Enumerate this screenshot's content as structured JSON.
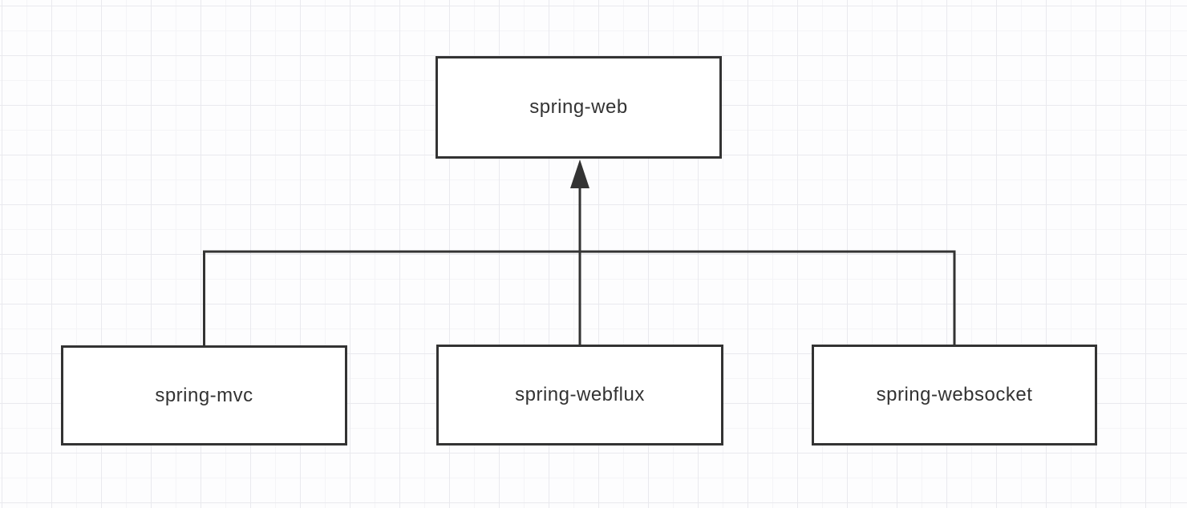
{
  "diagram": {
    "type": "dependency-hierarchy",
    "nodes": [
      {
        "id": "spring-web",
        "label": "spring-web",
        "role": "parent"
      },
      {
        "id": "spring-mvc",
        "label": "spring-mvc",
        "role": "child"
      },
      {
        "id": "spring-webflux",
        "label": "spring-webflux",
        "role": "child"
      },
      {
        "id": "spring-websocket",
        "label": "spring-websocket",
        "role": "child"
      }
    ],
    "edges": [
      {
        "from": "spring-mvc",
        "to": "spring-web"
      },
      {
        "from": "spring-webflux",
        "to": "spring-web"
      },
      {
        "from": "spring-websocket",
        "to": "spring-web"
      }
    ],
    "edge_style": {
      "routing": "orthogonal",
      "arrowhead": "filled-triangle",
      "arrow_points_to": "spring-web"
    },
    "colors": {
      "canvas": "#fdfdfe",
      "grid_minor": "#f4f4f7",
      "grid_major": "#e9e9ee",
      "node_fill": "#ffffff",
      "node_border": "#333333",
      "text": "#333333",
      "connector": "#333333"
    }
  }
}
